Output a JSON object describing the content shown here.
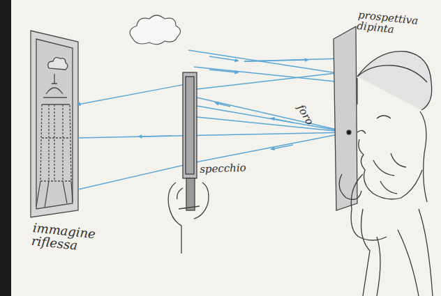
{
  "diagram": {
    "labels": [
      "prospettiva dipinta",
      "foro",
      "specchio",
      "immagine riflessa"
    ]
  }
}
